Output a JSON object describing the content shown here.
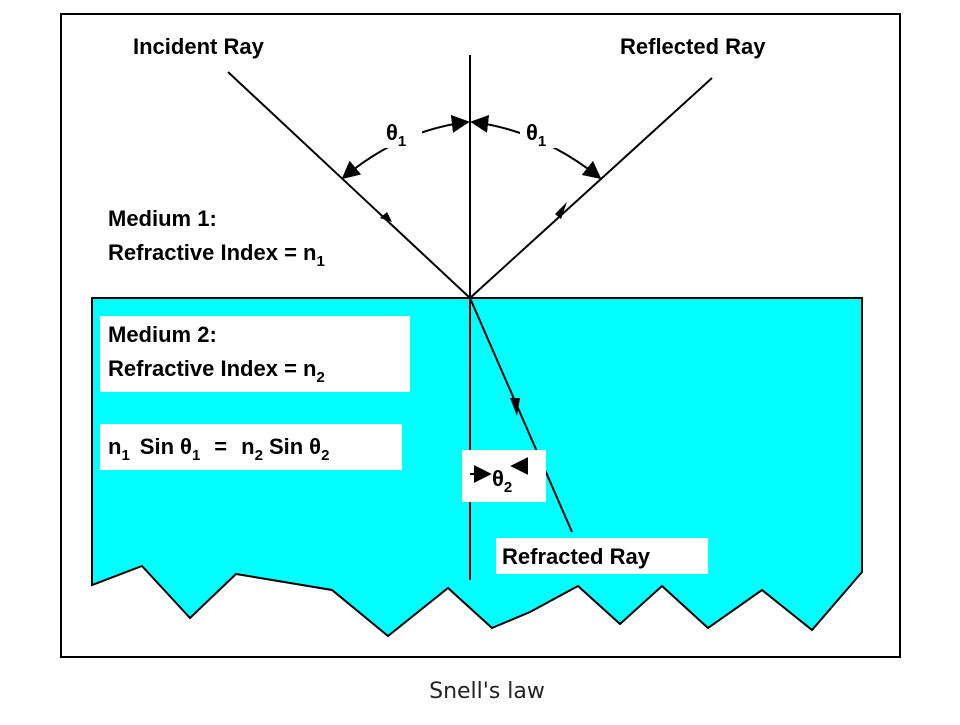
{
  "labels": {
    "incident": "Incident Ray",
    "reflected": "Reflected Ray",
    "refracted": "Refracted Ray",
    "medium1_title": "Medium 1:",
    "medium1_index": "Refractive Index = n",
    "medium1_sub": "1",
    "medium2_title": "Medium 2:",
    "medium2_index": "Refractive Index = n",
    "medium2_sub": "2"
  },
  "symbols": {
    "theta": "θ",
    "one": "1",
    "two": "2",
    "n": "n",
    "sin": "Sin",
    "equals": "="
  },
  "caption": "Snell's law",
  "colors": {
    "medium2": "#00ffff",
    "border": "#000000",
    "label_bg": "#ffffff"
  }
}
